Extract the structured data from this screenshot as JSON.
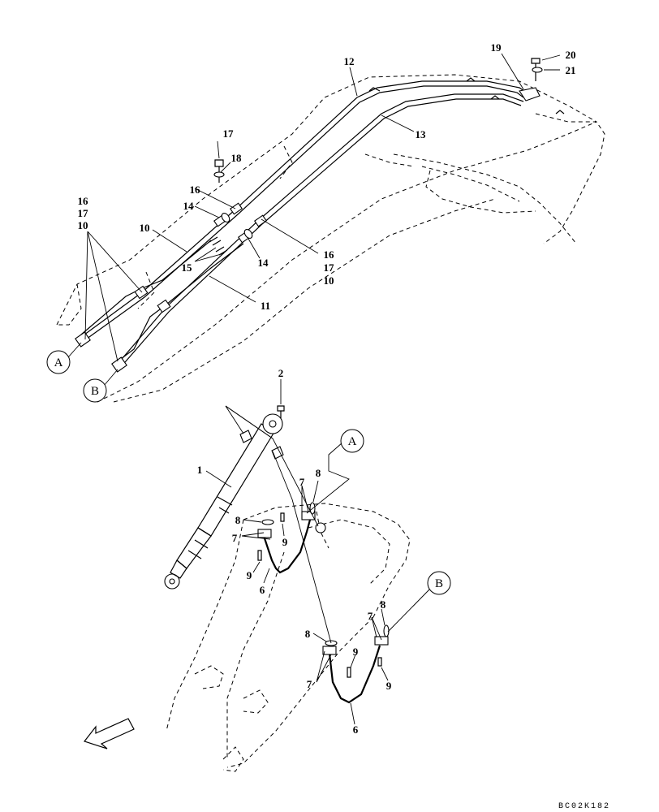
{
  "drawing_code": "BC02K182",
  "callouts": {
    "c1": "1",
    "c2": "2",
    "c6a": "6",
    "c6b": "6",
    "c7a": "7",
    "c7b": "7",
    "c7c": "7",
    "c7d": "7",
    "c8a": "8",
    "c8b": "8",
    "c8c": "8",
    "c8d": "8",
    "c9a": "9",
    "c9b": "9",
    "c9c": "9",
    "c9d": "9",
    "c10a": "10",
    "c10b": "10",
    "c10c": "10",
    "c11": "11",
    "c12": "12",
    "c13": "13",
    "c14a": "14",
    "c14b": "14",
    "c15": "15",
    "c16a": "16",
    "c16b": "16",
    "c16c": "16",
    "c17a": "17",
    "c17b": "17",
    "c17c": "17",
    "c18": "18",
    "c19": "19",
    "c20": "20",
    "c21": "21"
  },
  "circle_markers": {
    "A_top": "A",
    "B_top": "B",
    "A_mid": "A",
    "B_mid": "B"
  },
  "icons": {
    "direction": "arrow-icon"
  }
}
